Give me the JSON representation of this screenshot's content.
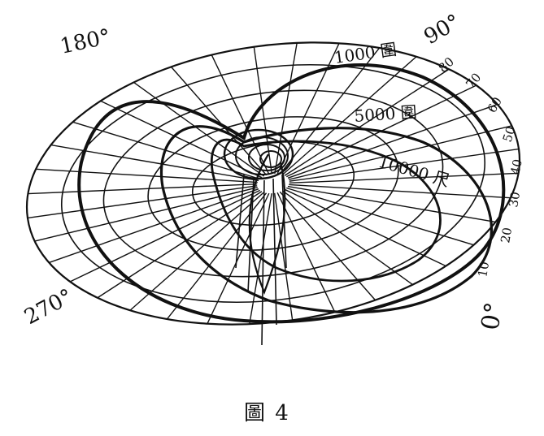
{
  "figure": {
    "caption": "圖 4",
    "angle_labels": {
      "deg_0": "0°",
      "deg_90": "90°",
      "deg_180": "180°",
      "deg_270": "270°"
    },
    "radial_scale_labels": [
      "10",
      "20",
      "30",
      "40",
      "50",
      "60",
      "70",
      "80"
    ],
    "curve_labels": [
      "1000 圍",
      "5000 圍",
      "10000 尺"
    ]
  }
}
